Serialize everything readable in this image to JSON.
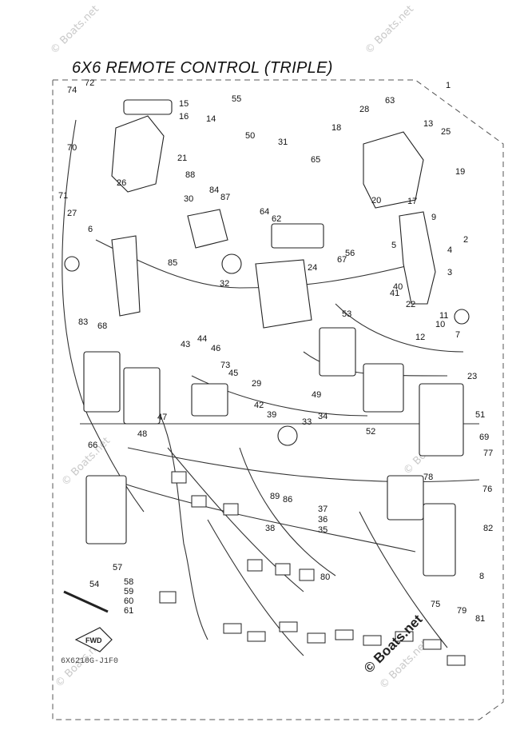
{
  "title": "6X6 REMOTE CONTROL (TRIPLE)",
  "footer_code": "6X6210G-J1F0",
  "brand": "© Boats.net",
  "watermarks": [
    "© Boats.net",
    "© Boats.net",
    "© Boats.net",
    "© Boats.net",
    "© Boats.net",
    "© Boats.net"
  ],
  "fwd_label": "FWD",
  "part_callouts": [
    "1",
    "2",
    "3",
    "4",
    "5",
    "6",
    "7",
    "8",
    "9",
    "10",
    "11",
    "12",
    "13",
    "14",
    "15",
    "16",
    "17",
    "18",
    "19",
    "20",
    "21",
    "22",
    "23",
    "24",
    "25",
    "26",
    "27",
    "28",
    "29",
    "30",
    "31",
    "32",
    "33",
    "34",
    "35",
    "36",
    "37",
    "38",
    "39",
    "40",
    "41",
    "42",
    "43",
    "44",
    "45",
    "46",
    "47",
    "48",
    "49",
    "50",
    "51",
    "52",
    "53",
    "54",
    "55",
    "56",
    "57",
    "58",
    "59",
    "60",
    "61",
    "62",
    "63",
    "64",
    "65",
    "66",
    "67",
    "68",
    "69",
    "70",
    "71",
    "72",
    "73",
    "74",
    "75",
    "76",
    "77",
    "78",
    "79",
    "80",
    "81",
    "82",
    "83",
    "84",
    "85",
    "86",
    "87",
    "88",
    "89"
  ]
}
